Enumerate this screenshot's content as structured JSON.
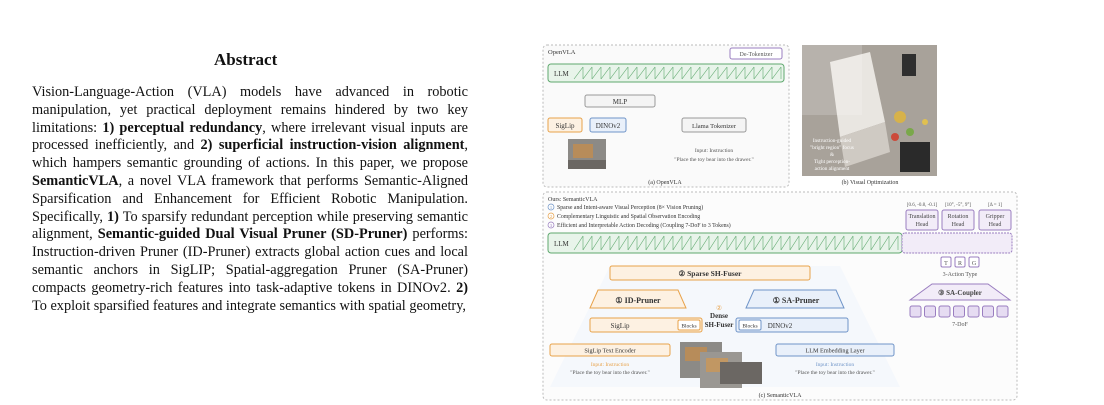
{
  "abstract": {
    "heading": "Abstract",
    "segments": [
      {
        "t": "Vision-Language-Action (VLA) models have advanced in robotic manipulation, yet practical deployment remains hindered by two key limitations: "
      },
      {
        "t": "1) perceptual redundancy",
        "b": true
      },
      {
        "t": ", where irrelevant visual inputs are processed inefficiently, and "
      },
      {
        "t": "2) superficial instruction-vision alignment",
        "b": true
      },
      {
        "t": ", which hampers semantic grounding of actions. In this paper, we propose "
      },
      {
        "t": "SemanticVLA",
        "b": true
      },
      {
        "t": ", a novel VLA framework that performs Semantic-Aligned Sparsification and Enhancement for Efficient Robotic Manipulation. Specifically, "
      },
      {
        "t": "1)",
        "b": true
      },
      {
        "t": " To sparsify redundant perception while preserving semantic alignment, "
      },
      {
        "t": "Semantic-guided Dual Visual Pruner (SD-Pruner)",
        "b": true
      },
      {
        "t": " performs: Instruction-driven Pruner (ID-Pruner) extracts global action cues and local semantic anchors in SigLIP; Spatial-aggregation Pruner (SA-Pruner) compacts geometry-rich features into task-adaptive tokens in DINOv2. "
      },
      {
        "t": "2)",
        "b": true
      },
      {
        "t": " To exploit sparsified features and integrate semantics with spatial geometry,"
      }
    ]
  },
  "figure": {
    "openvla": {
      "title": "OpenVLA",
      "detokenizer": "De-Tokenizer",
      "llm": "LLM",
      "mlp": "MLP",
      "siglip": "SigLip",
      "dinov2": "DINOv2",
      "llama_tokenizer": "Llama Tokenizer",
      "input_label": "Input: Instruction",
      "instruction": "\"Place the toy bear into the drawer.\"",
      "caption": "(a) OpenVLA"
    },
    "visual_opt": {
      "note_line1": "Instruction-guided",
      "note_line2": "\"bright region\" focus",
      "note_amp": "&",
      "note_line3": "Tight perception-",
      "note_line4": "action alignment",
      "caption": "(b) Visual Optimization"
    },
    "semanticvla": {
      "title": "Ours: SemanticVLA",
      "point1": "Sparse and Intent-aware Visual Perception (8× Vision Pruning)",
      "point2": "Complementary Linguistic and Spatial Observation Encoding",
      "point3": "Efficient and Interpretable Action Decoding  (Coupling 7-DoF to 3 Tokens)",
      "num1": "1",
      "num2": "2",
      "num3": "3",
      "llm": "LLM",
      "range_translation": "[0.6, -0.8, -0.1]",
      "range_rotation": "[10°, -5°, 9°]",
      "range_gripper": "[Δ = 1]",
      "translation_head_l1": "Translation",
      "translation_head_l2": "Head",
      "rotation_head_l1": "Rotation",
      "rotation_head_l2": "Head",
      "gripper_head_l1": "Gripper",
      "gripper_head_l2": "Head",
      "token_t": "T",
      "token_r": "R",
      "token_g": "G",
      "action_type": "3-Action Type",
      "sparse_fuser": "② Sparse SH-Fuser",
      "id_pruner": "① ID-Pruner",
      "sa_pruner": "① SA-Pruner",
      "dense_num": "②",
      "dense_l1": "Dense",
      "dense_l2": "SH-Fuser",
      "siglip": "SigLip",
      "blocks": "Blocks",
      "dinov2": "DINOv2",
      "sa_coupler": "③ SA-Coupler",
      "dof": "7-DoF",
      "siglip_text_encoder": "SigLip Text Encoder",
      "llm_embedding": "LLM Embedding Layer",
      "input_label": "Input: Instruction",
      "instruction": "\"Place the toy bear into the drawer.\"",
      "caption": "(c) SemanticVLA"
    },
    "colors": {
      "green": "#5fa86e",
      "orange": "#e8a24a",
      "blue": "#6f94c8",
      "purple": "#9a7ec0",
      "gray": "#8a8a8a"
    }
  }
}
